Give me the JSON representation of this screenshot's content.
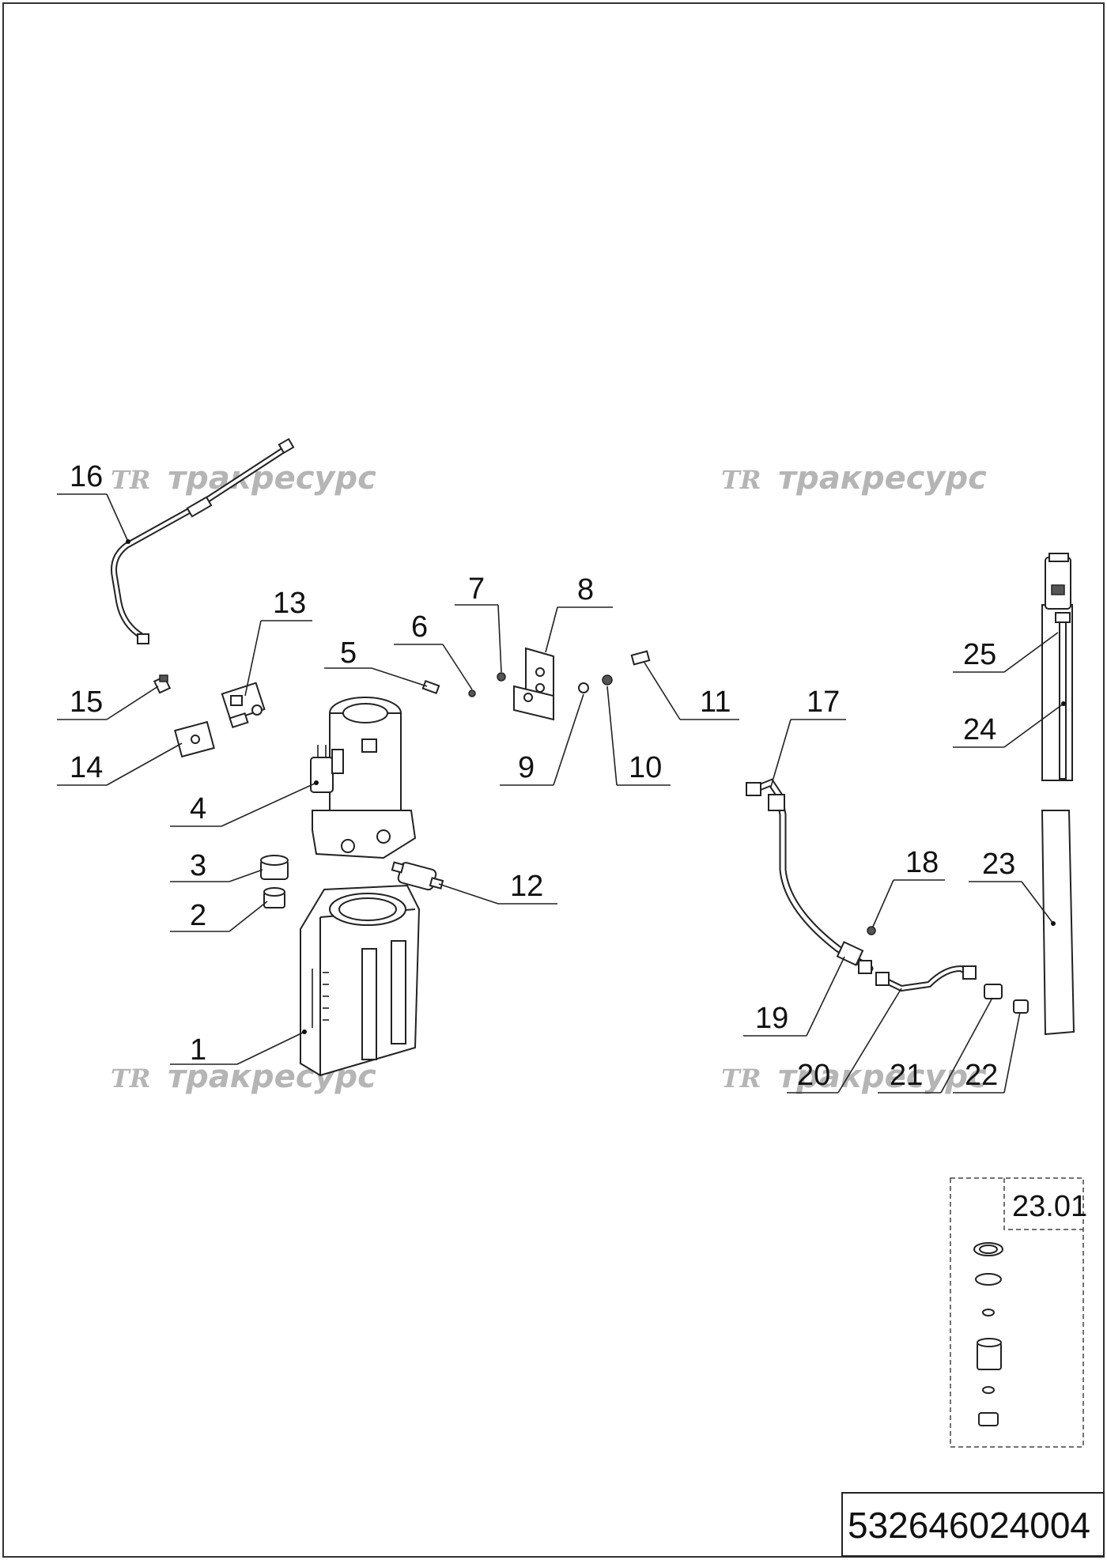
{
  "document_number": "532646024004",
  "watermark": {
    "logo": "TR",
    "text": "тракресурс"
  },
  "inset_label": "23.01",
  "callouts": [
    "1",
    "2",
    "3",
    "4",
    "5",
    "6",
    "7",
    "8",
    "9",
    "10",
    "11",
    "12",
    "13",
    "14",
    "15",
    "16",
    "17",
    "18",
    "19",
    "20",
    "21",
    "22",
    "23",
    "24",
    "25"
  ]
}
